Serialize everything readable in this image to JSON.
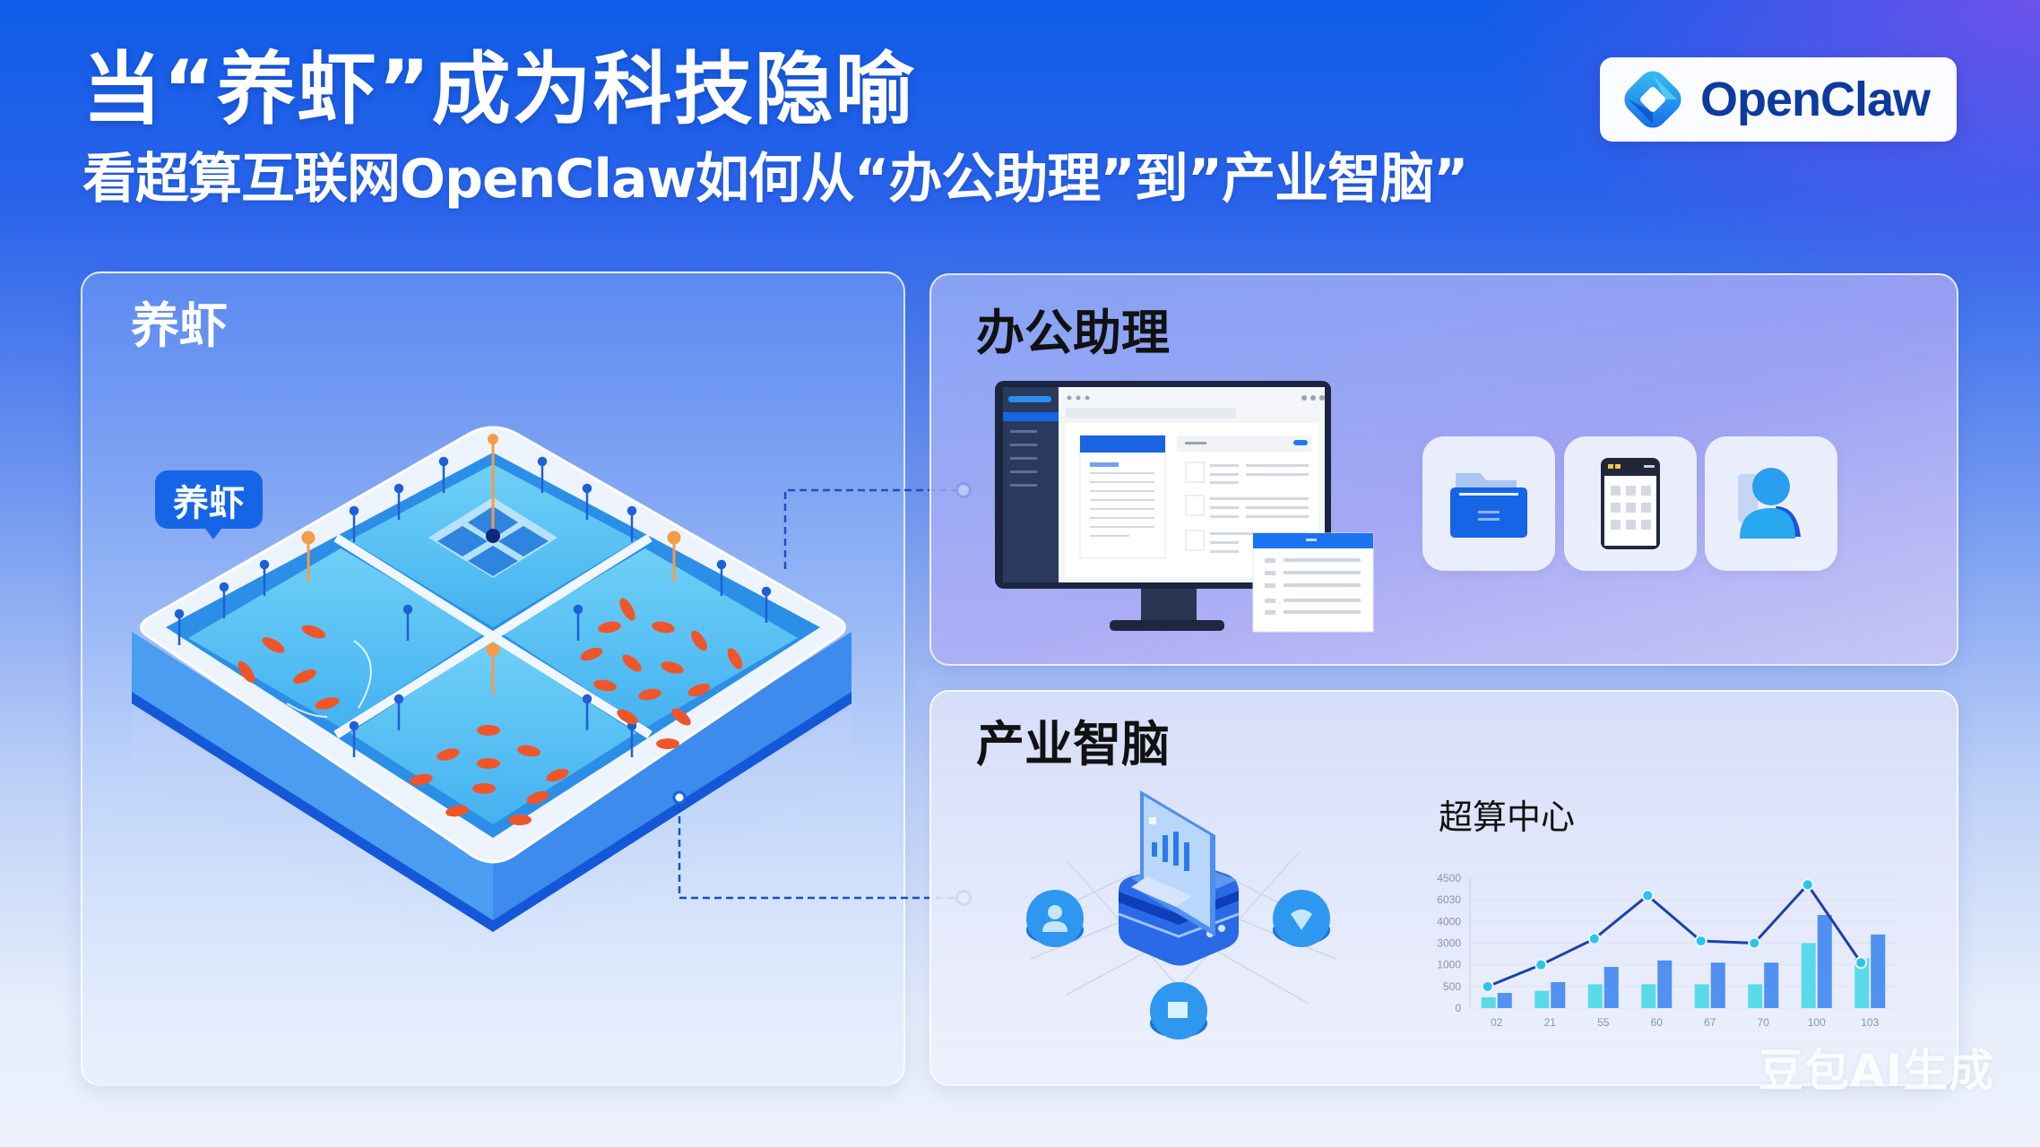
{
  "header": {
    "title": "当“养虾”成为科技隐喻",
    "subtitle": "看超算互联网OpenClaw如何从“办公助理”到”产业智脑”"
  },
  "logo": {
    "icon": "openclaw-diamond-logo-icon",
    "text": "OpenClaw"
  },
  "panels": {
    "shrimp": {
      "title": "养虾",
      "bubble_label": "养虾",
      "illustration": "isometric-shrimp-pond-icon"
    },
    "office": {
      "title": "办公助理",
      "illustration": "desktop-monitor-dashboard-icon",
      "icons": [
        {
          "name": "folder-icon"
        },
        {
          "name": "calculator-app-icon"
        },
        {
          "name": "user-contacts-icon"
        }
      ]
    },
    "brain": {
      "title": "产业智脑",
      "illustration": "server-network-icon",
      "nodes": [
        {
          "name": "user-node-icon"
        },
        {
          "name": "location-shield-node-icon"
        },
        {
          "name": "document-node-icon"
        }
      ],
      "chart_title": "超算中心"
    }
  },
  "colors": {
    "primary_blue": "#1565e6",
    "bg_top_left": "#0f5ce8",
    "bg_top_right": "#7d50eb",
    "bar_cyan": "#3fd6e6",
    "bar_blue": "#3f86f0",
    "line": "#1e3fae",
    "shrimp": "#f0552a"
  },
  "chart_data": {
    "type": "bar",
    "title": "超算中心",
    "xlabel": "",
    "ylabel": "",
    "categories": [
      "02",
      "21",
      "55",
      "60",
      "67",
      "70",
      "100",
      "103"
    ],
    "y_tick_labels": [
      "0",
      "500",
      "1000",
      "3000",
      "4000",
      "6030",
      "4500"
    ],
    "ylim": [
      0,
      4500
    ],
    "grid": true,
    "legend": null,
    "series": [
      {
        "name": "bar-cyan",
        "type": "bar",
        "color": "#3fd6e6",
        "values": [
          375,
          600,
          825,
          825,
          825,
          825,
          2250,
          1725
        ]
      },
      {
        "name": "bar-blue",
        "type": "bar",
        "color": "#3f86f0",
        "values": [
          525,
          900,
          1425,
          1650,
          1575,
          1575,
          3225,
          2550
        ]
      },
      {
        "name": "line",
        "type": "line",
        "color": "#1e3fae",
        "values": [
          750,
          1500,
          2400,
          3900,
          2325,
          2250,
          4275,
          1575
        ]
      }
    ]
  },
  "watermark": "豆包AI生成",
  "connectors": {
    "top": {
      "from": "shrimp-pond",
      "to": "office-panel"
    },
    "bottom": {
      "from": "shrimp-pond",
      "to": "brain-panel"
    }
  }
}
